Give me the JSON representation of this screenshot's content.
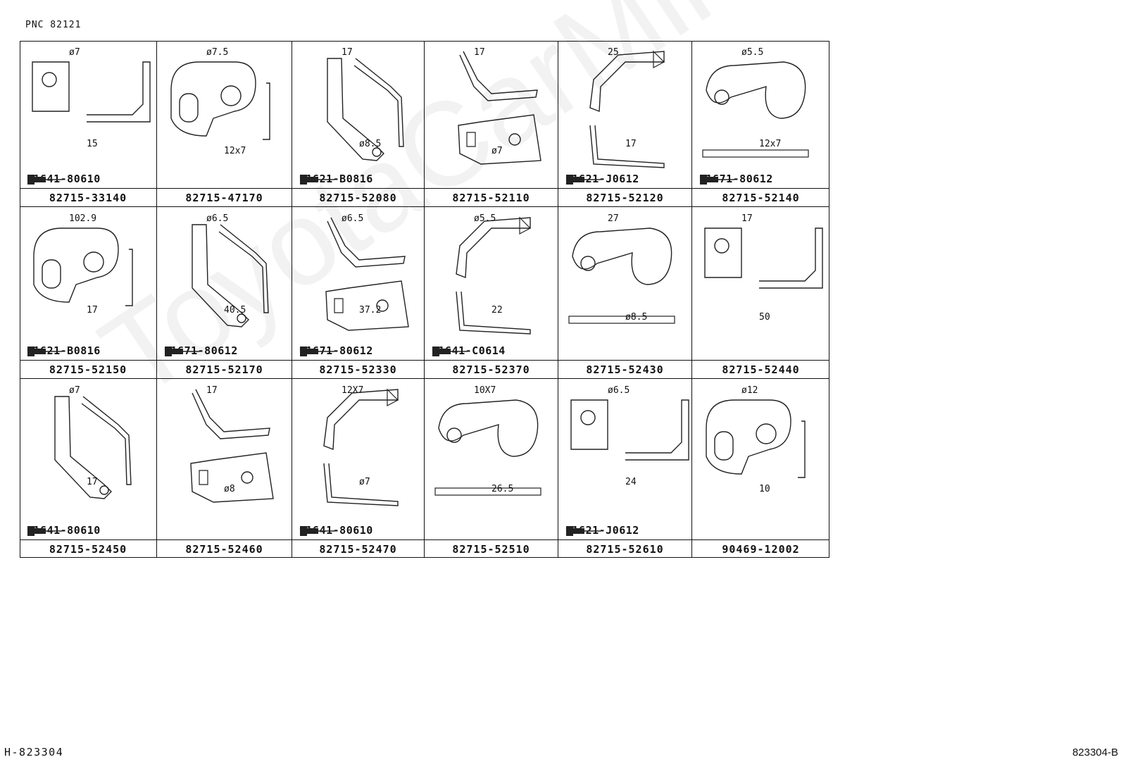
{
  "header": {
    "pnc": "PNC 82121"
  },
  "footer": {
    "left": "H-823304",
    "right": "823304-B"
  },
  "watermark": "ToyotaCarMile.ru",
  "rows": [
    [
      {
        "part": "82715-33140",
        "bolt": "91641-80610",
        "dims": [
          "ø7",
          "15"
        ]
      },
      {
        "part": "82715-47170",
        "bolt": "",
        "dims": [
          "ø7.5",
          "12x7"
        ]
      },
      {
        "part": "82715-52080",
        "bolt": "91621-B0816",
        "dims": [
          "17",
          "ø8.5"
        ]
      },
      {
        "part": "82715-52110",
        "bolt": "",
        "dims": [
          "17",
          "ø7"
        ]
      },
      {
        "part": "82715-52120",
        "bolt": "91621-J0612",
        "dims": [
          "25",
          "17"
        ]
      },
      {
        "part": "82715-52140",
        "bolt": "91671-80612",
        "dims": [
          "ø5.5",
          "12x7"
        ]
      }
    ],
    [
      {
        "part": "82715-52150",
        "bolt": "91621-B0816",
        "dims": [
          "102.9",
          "17"
        ]
      },
      {
        "part": "82715-52170",
        "bolt": "91671-80612",
        "dims": [
          "ø6.5",
          "40.5"
        ]
      },
      {
        "part": "82715-52330",
        "bolt": "91671-80612",
        "dims": [
          "ø6.5",
          "37.2"
        ]
      },
      {
        "part": "82715-52370",
        "bolt": "91641-C0614",
        "dims": [
          "ø5.5",
          "22"
        ]
      },
      {
        "part": "82715-52430",
        "bolt": "",
        "dims": [
          "27",
          "ø8.5"
        ]
      },
      {
        "part": "82715-52440",
        "bolt": "",
        "dims": [
          "17",
          "50"
        ]
      }
    ],
    [
      {
        "part": "82715-52450",
        "bolt": "91641-80610",
        "dims": [
          "ø7",
          "17"
        ]
      },
      {
        "part": "82715-52460",
        "bolt": "",
        "dims": [
          "17",
          "ø8"
        ]
      },
      {
        "part": "82715-52470",
        "bolt": "91641-80610",
        "dims": [
          "12X7",
          "ø7"
        ]
      },
      {
        "part": "82715-52510",
        "bolt": "",
        "dims": [
          "10X7",
          "26.5"
        ]
      },
      {
        "part": "82715-52610",
        "bolt": "91621-J0612",
        "dims": [
          "ø6.5",
          "24"
        ]
      },
      {
        "part": "90469-12002",
        "bolt": "",
        "dims": [
          "ø12",
          "10"
        ]
      }
    ]
  ]
}
